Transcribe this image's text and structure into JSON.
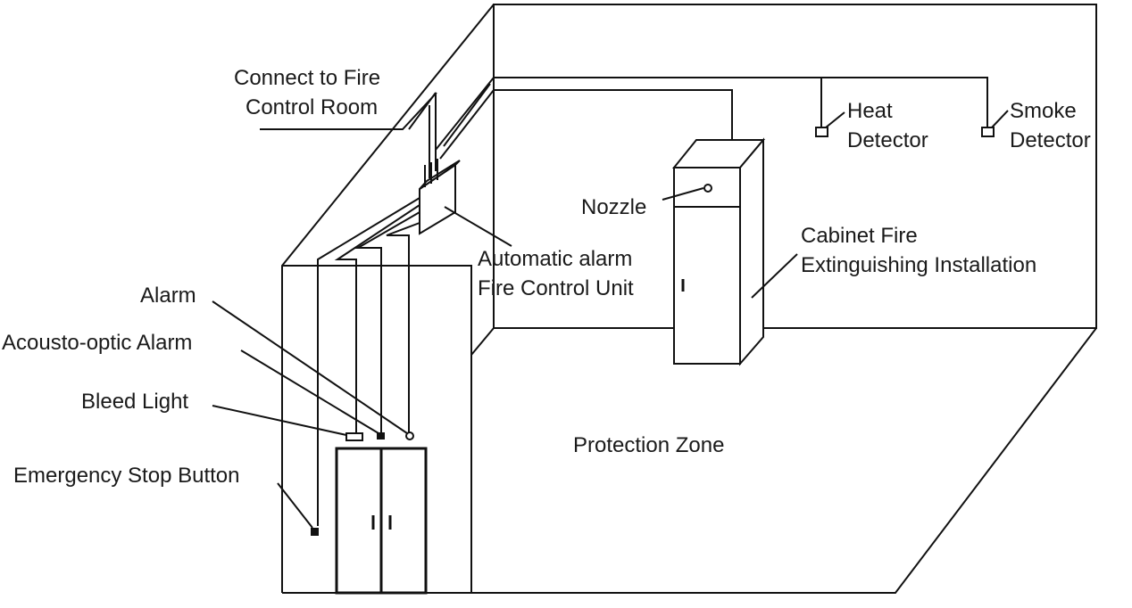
{
  "labels": {
    "connect_fire": [
      "Connect to Fire",
      "Control Room"
    ],
    "heat_detector": [
      "Heat",
      "Detector"
    ],
    "smoke_detector": [
      "Smoke",
      "Detector"
    ],
    "nozzle": "Nozzle",
    "cabinet": [
      "Cabinet Fire",
      "Extinguishing Installation"
    ],
    "alarm_unit": [
      "Automatic alarm",
      "Fire Control Unit"
    ],
    "alarm": "Alarm",
    "acousto_optic": "Acousto-optic Alarm",
    "bleed_light": "Bleed Light",
    "emergency_stop": "Emergency Stop Button",
    "protection_zone": "Protection Zone"
  },
  "colors": {
    "line": "#111111",
    "text": "#1a1a1a",
    "background": "#ffffff"
  }
}
